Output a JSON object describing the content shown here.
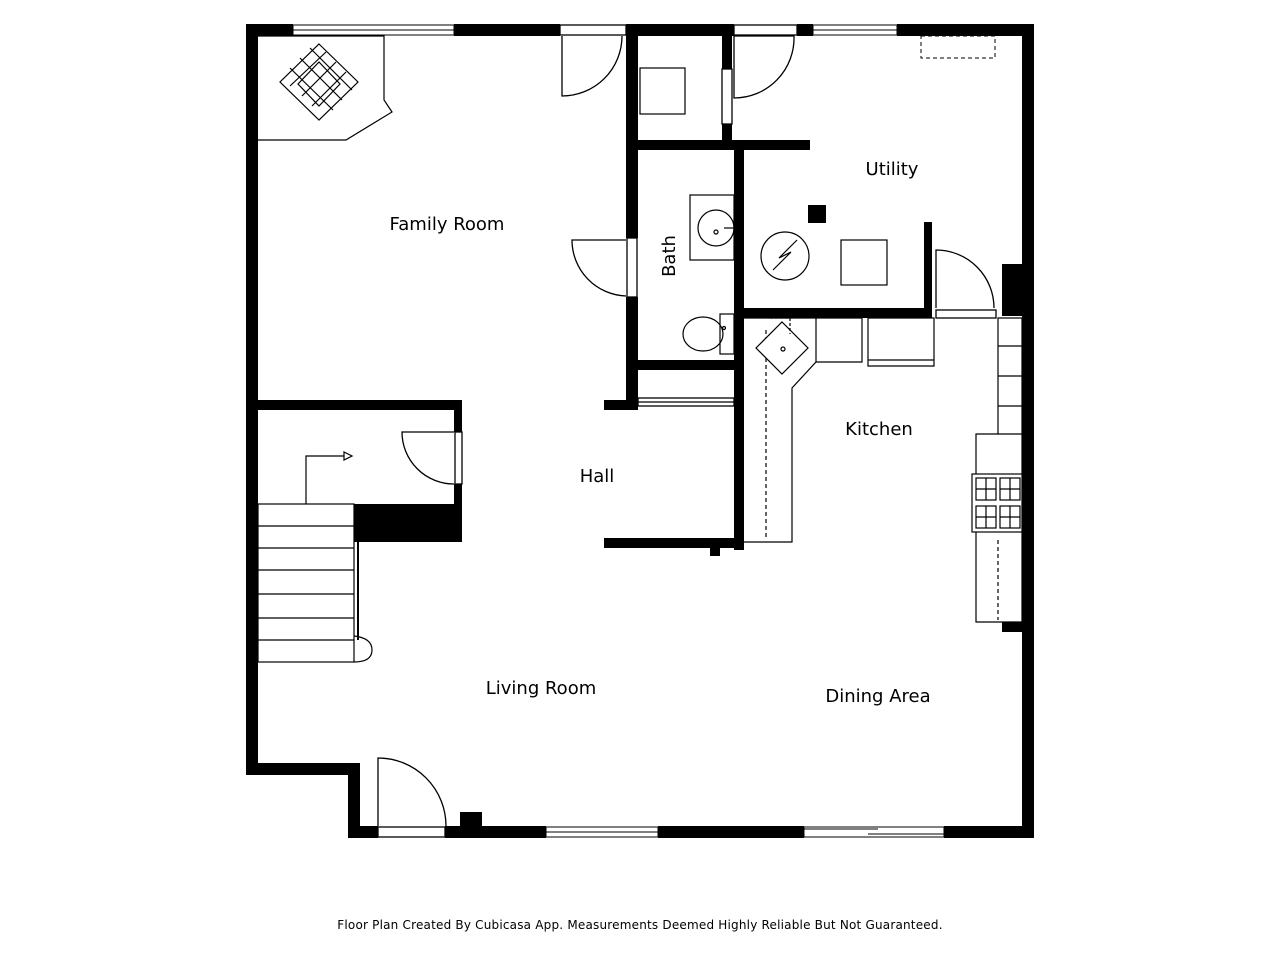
{
  "rooms": {
    "family_room": "Family Room",
    "utility": "Utility",
    "bath": "Bath",
    "kitchen": "Kitchen",
    "hall": "Hall",
    "living_room": "Living Room",
    "dining_area": "Dining Area"
  },
  "footer": "Floor Plan Created By Cubicasa App. Measurements Deemed Highly Reliable But Not Guaranteed.",
  "colors": {
    "wall": "#000000",
    "background": "#ffffff",
    "fixture_stroke": "#000000"
  },
  "icons": [
    "fireplace-icon",
    "sink-icon",
    "toilet-icon",
    "water-heater-icon",
    "washer-icon",
    "stove-icon",
    "staircase-icon",
    "door-swing-icon",
    "window-icon"
  ]
}
